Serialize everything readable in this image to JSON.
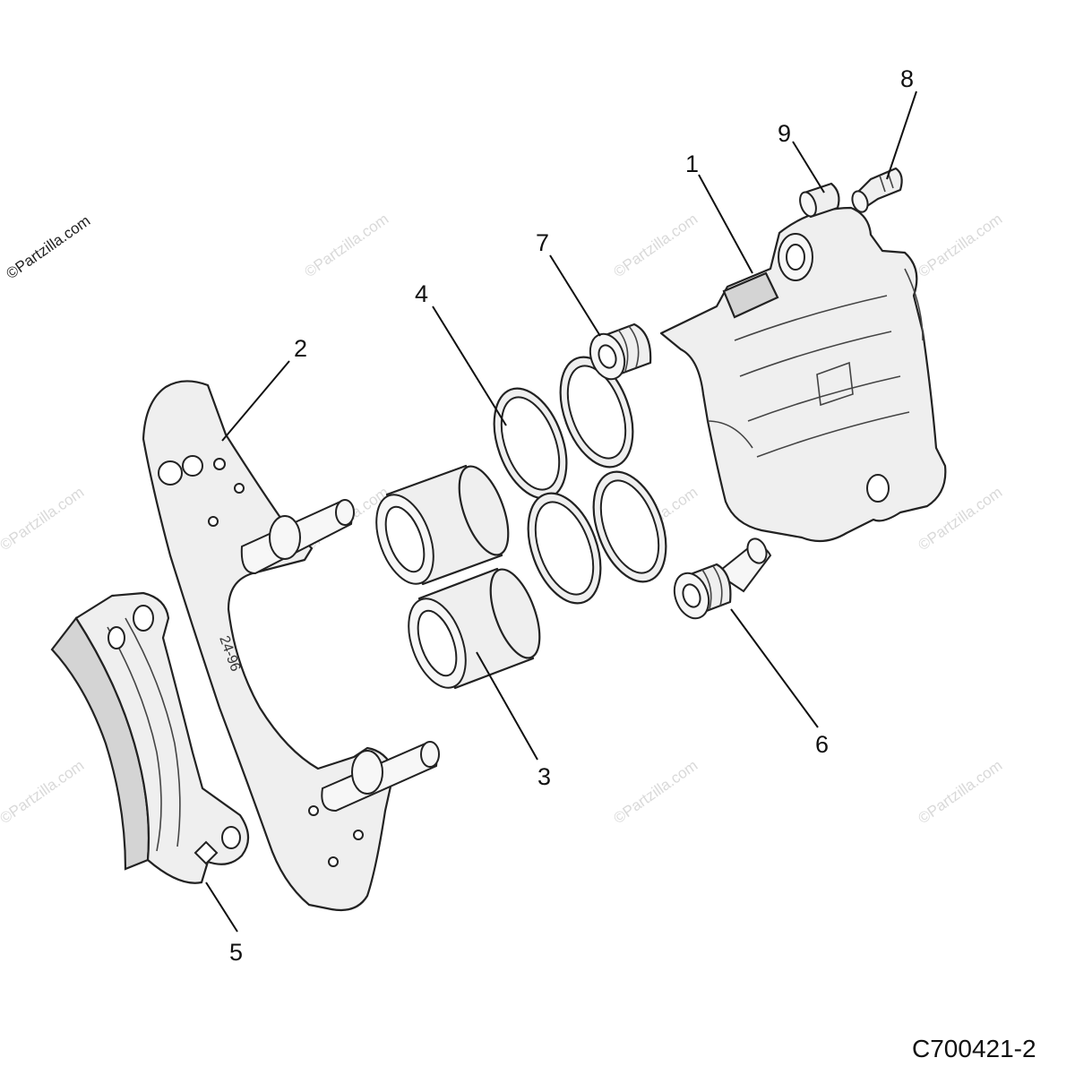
{
  "callouts": {
    "c1": "1",
    "c2": "2",
    "c3": "3",
    "c4": "4",
    "c5": "5",
    "c6": "6",
    "c7": "7",
    "c8": "8",
    "c9": "9"
  },
  "bracket_stamp": "24-96",
  "figure_id": "C700421-2",
  "watermark": "©Partzilla.com"
}
